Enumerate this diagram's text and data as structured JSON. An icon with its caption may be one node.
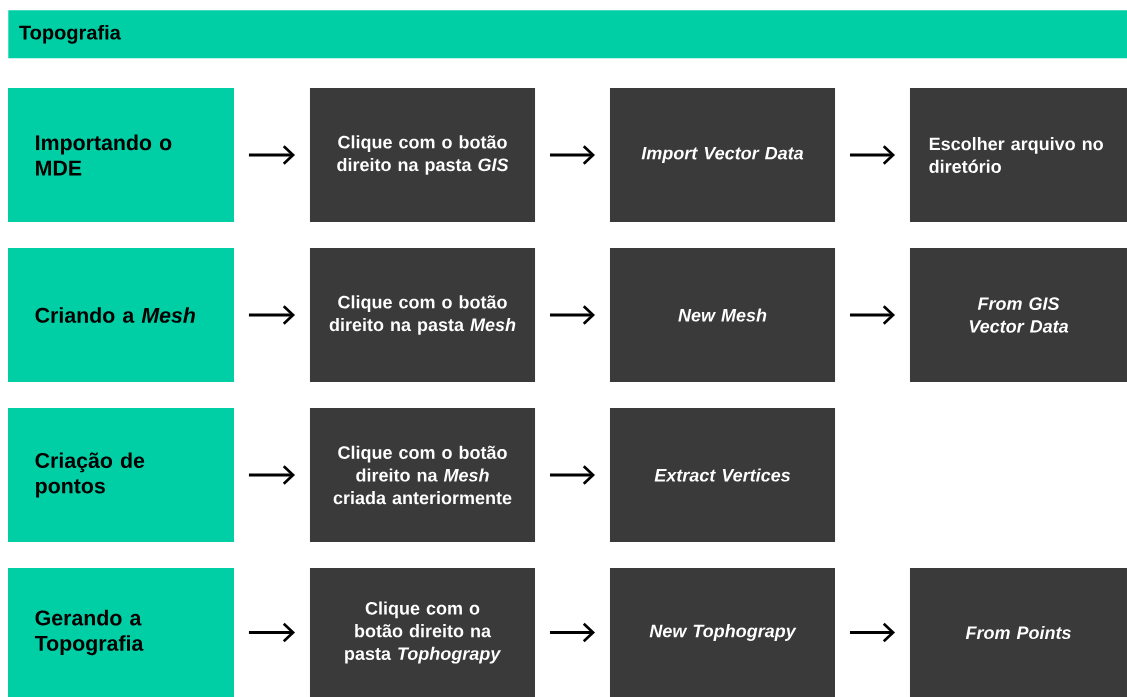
{
  "diagram": {
    "title": "Topografia",
    "nodes": [
      {
        "text": [
          "Importando o MDE"
        ]
      },
      {
        "text": [
          "Clique com o botão direito na pasta *GIS*"
        ]
      },
      {
        "text": [
          "Import Vector Data"
        ]
      },
      {
        "text": [
          "Escolher arquivo no diretório"
        ]
      },
      {
        "text": [
          "Criando a *Mesh*"
        ]
      },
      {
        "text": [
          "Clique com o botão direito na pasta *Mesh*"
        ]
      },
      {
        "text": [
          "New Mesh"
        ]
      },
      {
        "text": [
          "From GIS Vector Data"
        ]
      },
      {
        "text": [
          "Criação de pontos"
        ]
      },
      {
        "text": [
          "Clique com o botão direito na *Mesh* criada anteriormente"
        ]
      },
      {
        "text": [
          "Extract Vertices"
        ]
      },
      {
        "text": [
          "Gerando a Topografia"
        ]
      },
      {
        "text": [
          "Clique com o botão direito na pasta *Tophograpy*"
        ]
      },
      {
        "text": [
          "New Tophograpy"
        ]
      },
      {
        "text": [
          "From Points"
        ]
      }
    ],
    "edges": [
      {
        "from": 0,
        "to": 1,
        "arrow": "to"
      },
      {
        "from": 1,
        "to": 2,
        "arrow": "to"
      },
      {
        "from": 2,
        "to": 3,
        "arrow": "to"
      },
      {
        "from": 4,
        "to": 5,
        "arrow": "to"
      },
      {
        "from": 5,
        "to": 6,
        "arrow": "to"
      },
      {
        "from": 6,
        "to": 7,
        "arrow": "to"
      },
      {
        "from": 8,
        "to": 9,
        "arrow": "to"
      },
      {
        "from": 9,
        "to": 10,
        "arrow": "to"
      },
      {
        "from": 11,
        "to": 12,
        "arrow": "to"
      },
      {
        "from": 12,
        "to": 13,
        "arrow": "to"
      },
      {
        "from": 13,
        "to": 14,
        "arrow": "to"
      }
    ]
  }
}
